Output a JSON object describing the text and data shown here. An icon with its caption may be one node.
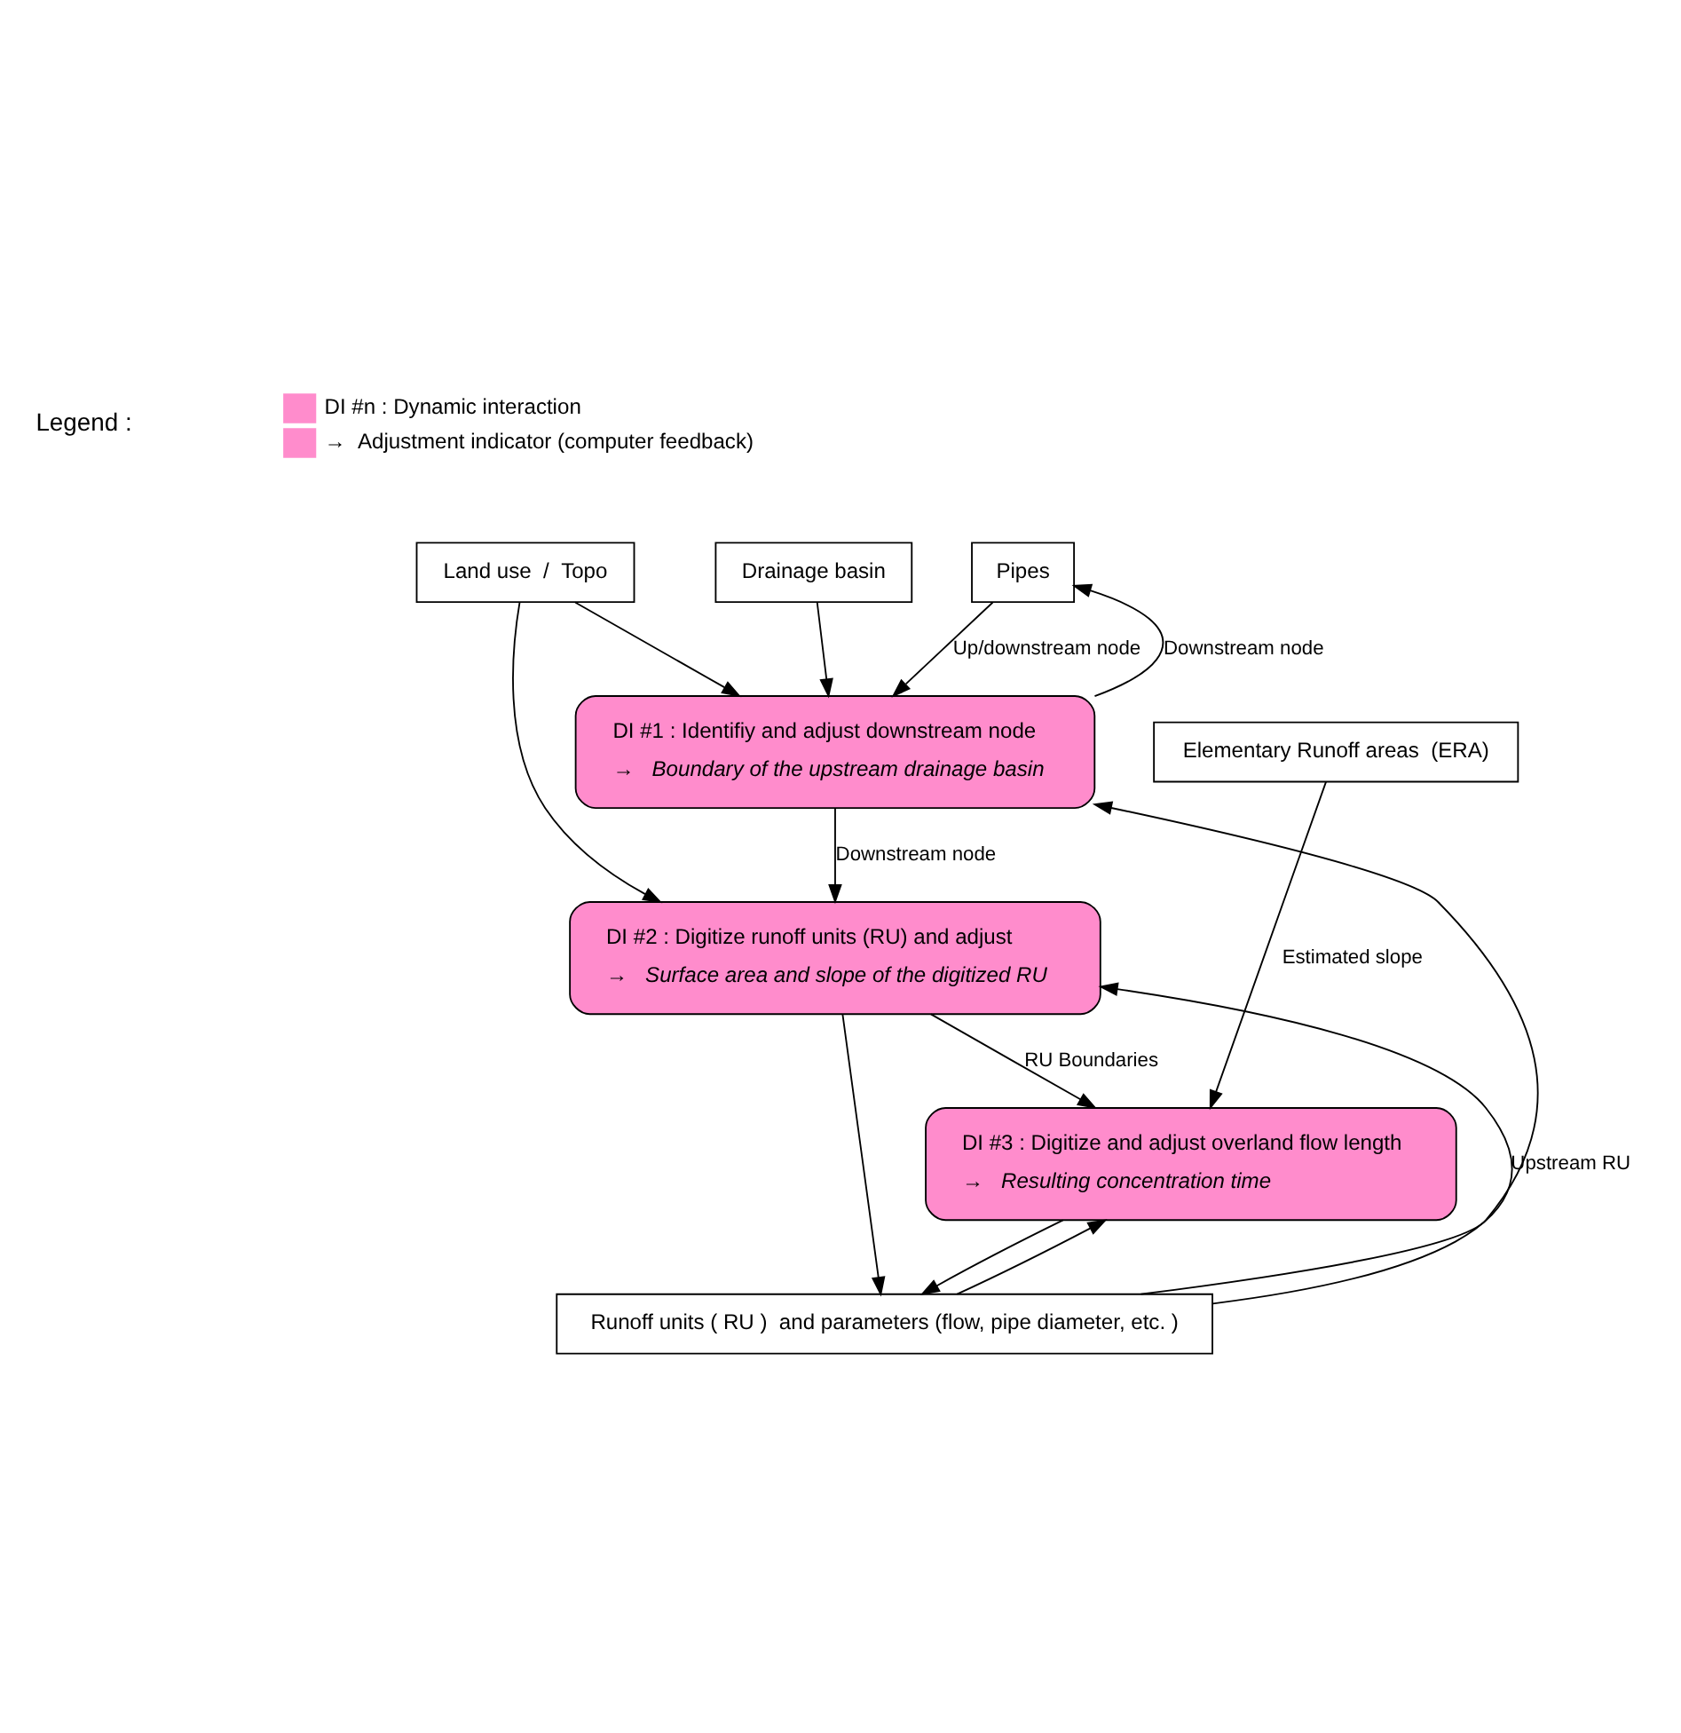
{
  "diagram": {
    "nodes": [
      {
        "text": [
          "Drainage basin"
        ]
      },
      {
        "text": [
          "Pipes"
        ]
      },
      {
        "text": [
          "Land use  /  Topo"
        ]
      },
      {
        "text": [
          "DI #1 : Identifiy and adjust downstream node",
          "→   Boundary of the upstream drainage basin"
        ]
      },
      {
        "text": [
          "Elementary Runoff areas  (ERA)"
        ]
      },
      {
        "text": [
          "DI #2 : Digitize runoff units (RU) and adjust",
          "→   Surface area and slope of the digitized RU"
        ]
      },
      {
        "text": [
          "DI #3 : Digitize and adjust overland flow length",
          "→   Resulting concentration time"
        ]
      },
      {
        "text": [
          "Runoff units ( RU )  and parameters (flow, pipe diameter, etc. )"
        ]
      }
    ],
    "edges": [
      {
        "from": 0,
        "to": 3,
        "arrow": "to"
      },
      {
        "from": 1,
        "to": 3,
        "label": "Up/downstream node",
        "arrow": "to"
      },
      {
        "from": 3,
        "to": 1,
        "label": "Downstream node",
        "arrow": "to"
      },
      {
        "from": 2,
        "to": 3,
        "arrow": "to"
      },
      {
        "from": 3,
        "to": 5,
        "label": "Downstream node",
        "arrow": "to"
      },
      {
        "from": 2,
        "to": 5,
        "arrow": "to"
      },
      {
        "from": 4,
        "to": 6,
        "label": "Estimated slope",
        "arrow": "to"
      },
      {
        "from": 5,
        "to": 7,
        "arrow": "to"
      },
      {
        "from": 7,
        "to": 5,
        "label": "Upstream RU",
        "arrow": "to"
      },
      {
        "from": 5,
        "to": 6,
        "label": "RU Boundaries",
        "arrow": "to"
      },
      {
        "from": 7,
        "to": 6,
        "arrow": "to"
      },
      {
        "from": 6,
        "to": 7,
        "arrow": "to"
      },
      {
        "from": 7,
        "to": 3,
        "arrow": "to"
      }
    ],
    "labels": [
      "Legend :"
    ],
    "legend": [
      {
        "text": "DI #n : Dynamic interaction",
        "color": "#ff8ccc"
      },
      {
        "text": "→  Adjustment indicator (computer feedback)",
        "color": "#ff8ccc"
      }
    ]
  }
}
